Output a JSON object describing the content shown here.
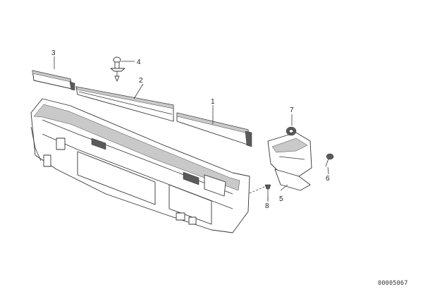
{
  "callouts": {
    "c1": "1",
    "c2": "2",
    "c3": "3",
    "c4": "4",
    "c5": "5",
    "c6": "6",
    "c7": "7",
    "c8": "8"
  },
  "reference_number": "00005067"
}
